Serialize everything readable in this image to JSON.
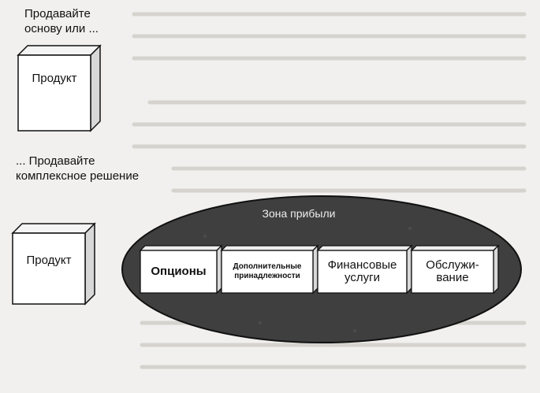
{
  "captions": {
    "top": "Продавайте\nоснову или ...",
    "middle": "... Продавайте\nкомплексное решение"
  },
  "boxes": {
    "product_top": "Продукт",
    "product_bottom": "Продукт"
  },
  "zone": {
    "title": "Зона прибыли",
    "items": [
      {
        "label": "Опционы"
      },
      {
        "label": "Дополнительные\nпринадлежности"
      },
      {
        "label": "Финансовые\nуслуги"
      },
      {
        "label": "Обслужи-\nвание"
      }
    ]
  },
  "colors": {
    "ellipse_fill": "#3f3f3f",
    "box_front": "#ffffff",
    "box_side": "#d8d8d8",
    "line": "#111111"
  }
}
